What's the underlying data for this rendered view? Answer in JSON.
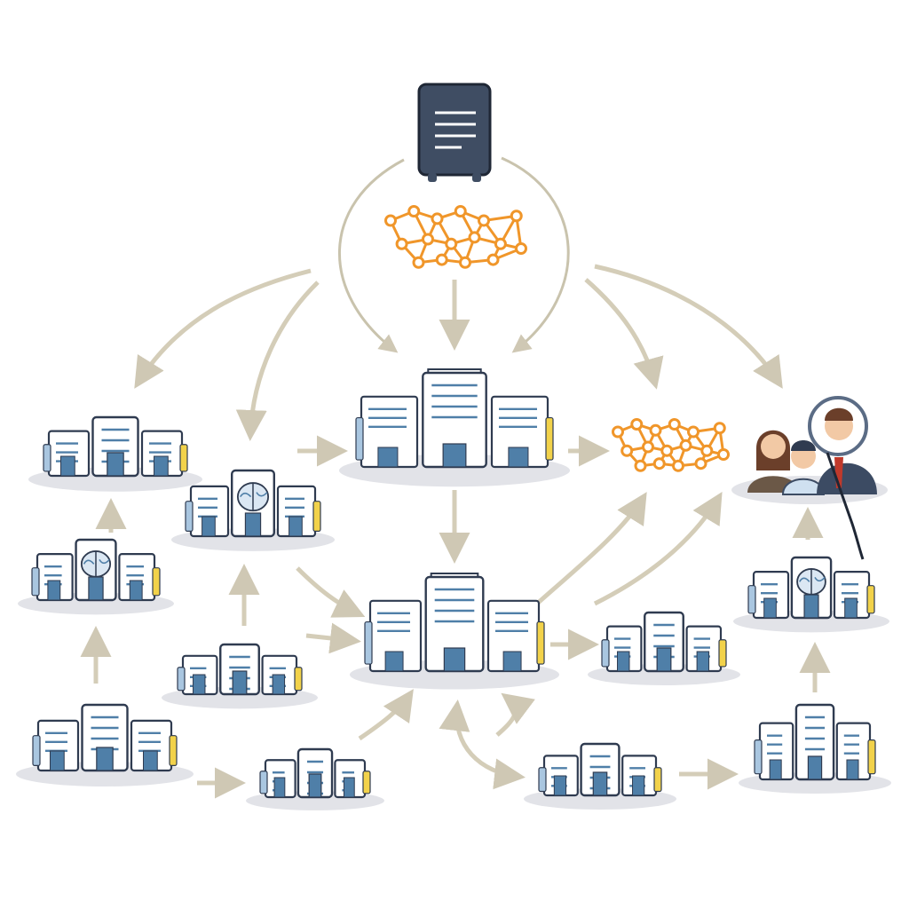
{
  "colors": {
    "background": "#ffffff",
    "server_body": "#3f4d63",
    "server_line": "#ffffff",
    "network_orange": "#f0962a",
    "arrow": "#d7d2c2",
    "shadow": "#e2e3e8",
    "building_fill": "#ffffff",
    "building_stroke": "#2f3b50",
    "window_blue": "#4f7fa8",
    "accent_blue": "#a9c6e0",
    "accent_yellow": "#f2d24a",
    "people_hair": "#6b3f2a",
    "people_suit": "#3c4b63",
    "people_skin": "#f2c9a5",
    "magnifier_ring": "#5b6c85"
  },
  "diagram": {
    "central_server": {
      "icon": "server-icon",
      "lines": 4
    },
    "networks": [
      {
        "id": "network-top",
        "icon": "network-mesh-icon"
      },
      {
        "id": "network-right",
        "icon": "network-mesh-icon"
      }
    ],
    "nodes": [
      {
        "id": "hub-top",
        "icon": "office-building-icon",
        "role": "hub"
      },
      {
        "id": "hub-center",
        "icon": "office-building-icon",
        "role": "hub"
      },
      {
        "id": "node-left-1",
        "icon": "office-building-icon"
      },
      {
        "id": "node-left-ai-1",
        "icon": "ai-brain-building-icon"
      },
      {
        "id": "node-left-ai-2",
        "icon": "ai-brain-building-icon"
      },
      {
        "id": "node-left-2",
        "icon": "office-building-icon"
      },
      {
        "id": "node-left-3",
        "icon": "office-building-icon"
      },
      {
        "id": "node-bottom-1",
        "icon": "office-building-icon"
      },
      {
        "id": "node-bottom-2",
        "icon": "office-building-icon"
      },
      {
        "id": "node-right-1",
        "icon": "office-building-icon"
      },
      {
        "id": "node-right-ai",
        "icon": "ai-brain-building-icon"
      },
      {
        "id": "node-right-2",
        "icon": "office-building-icon"
      }
    ],
    "people_group": {
      "icon": "people-group-icon",
      "magnifier": "magnifier-icon",
      "count": 3
    },
    "edges": [
      {
        "from": "central_server",
        "to": "hub-top"
      },
      {
        "from": "network-top",
        "to": "hub-top"
      },
      {
        "from": "central_server",
        "to": "node-left-1"
      },
      {
        "from": "central_server",
        "to": "node-left-ai-1"
      },
      {
        "from": "central_server",
        "to": "network-right"
      },
      {
        "from": "central_server",
        "to": "people_group"
      },
      {
        "from": "hub-top",
        "to": "hub-center"
      },
      {
        "from": "hub-top",
        "to": "network-right"
      },
      {
        "from": "node-left-ai-1",
        "to": "hub-top"
      },
      {
        "from": "node-left-ai-1",
        "to": "hub-center"
      },
      {
        "from": "node-left-2",
        "to": "hub-center"
      },
      {
        "from": "node-bottom-1",
        "to": "hub-center"
      },
      {
        "from": "node-bottom-2",
        "to": "hub-center"
      },
      {
        "from": "hub-center",
        "to": "node-right-1"
      },
      {
        "from": "hub-center",
        "to": "network-right"
      },
      {
        "from": "node-left-3",
        "to": "node-left-ai-2"
      },
      {
        "from": "node-left-ai-2",
        "to": "node-left-1"
      },
      {
        "from": "node-left-2",
        "to": "node-left-ai-1"
      },
      {
        "from": "node-left-3",
        "to": "node-bottom-1"
      },
      {
        "from": "node-bottom-2",
        "to": "node-right-2"
      },
      {
        "from": "node-right-2",
        "to": "node-right-ai"
      },
      {
        "from": "node-right-ai",
        "to": "people_group"
      }
    ]
  }
}
